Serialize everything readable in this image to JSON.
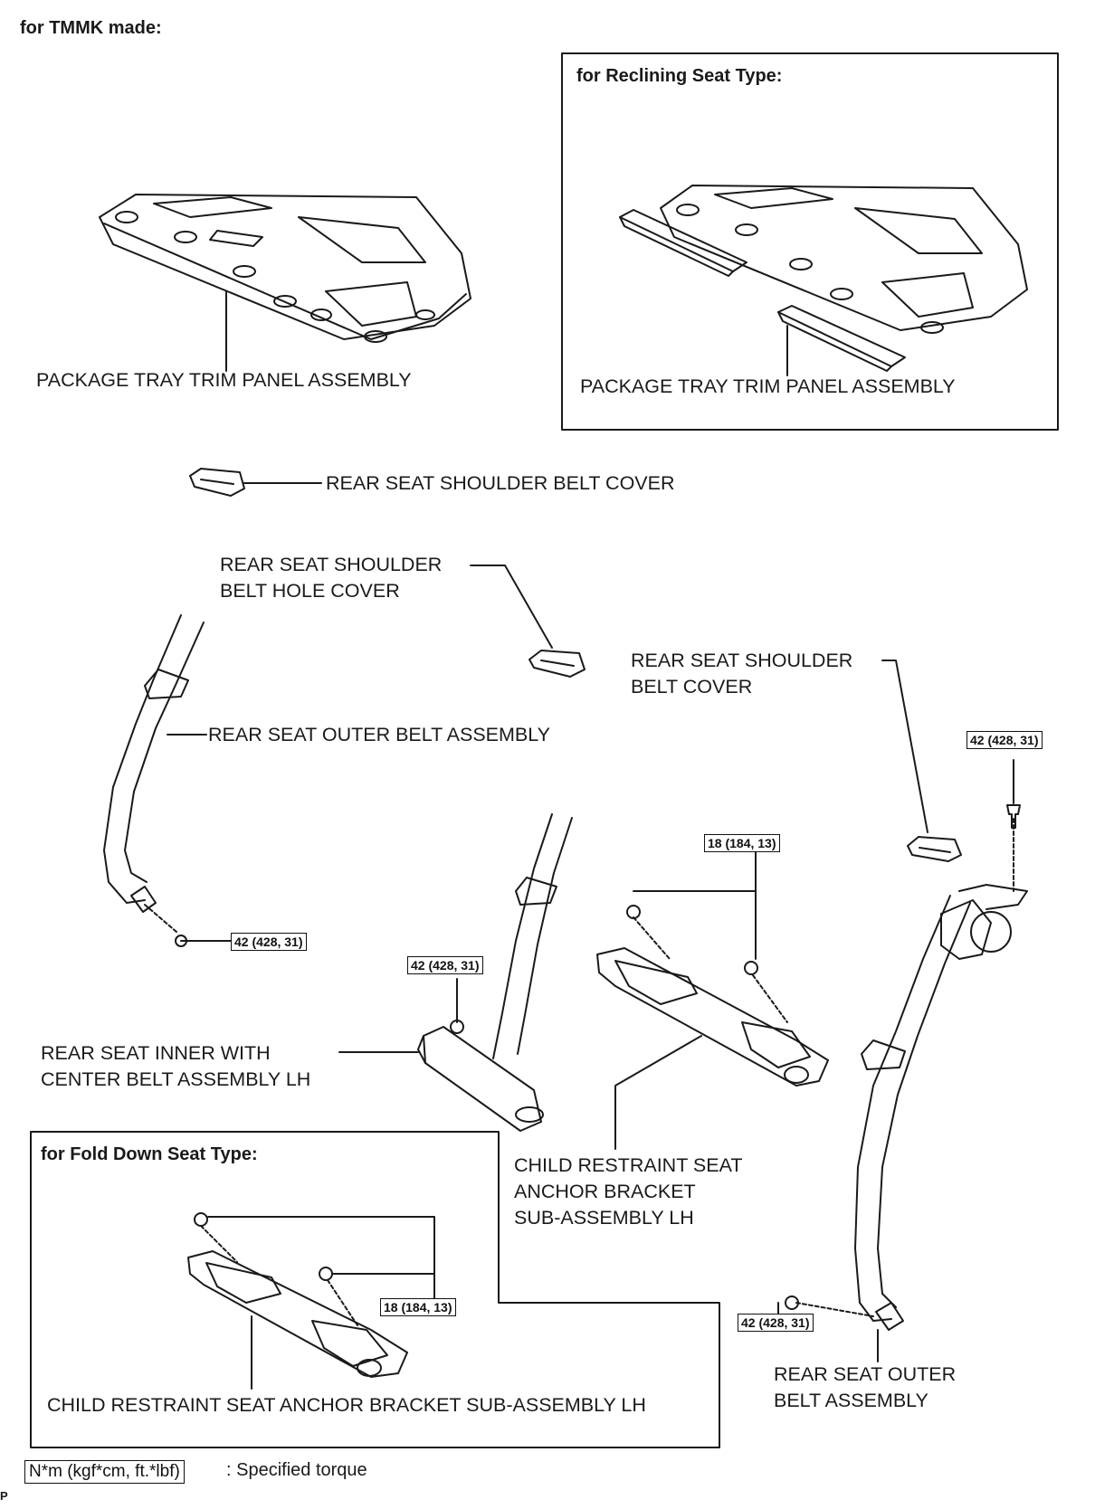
{
  "header": {
    "title": "for TMMK made:"
  },
  "insets": {
    "reclining": {
      "title": "for Reclining Seat Type:",
      "part_label": "PACKAGE TRAY TRIM PANEL ASSEMBLY"
    },
    "fold_down": {
      "title": "for Fold Down Seat Type:",
      "part_label": "CHILD RESTRAINT SEAT ANCHOR BRACKET SUB-ASSEMBLY LH",
      "torque": "18 (184, 13)"
    }
  },
  "parts": {
    "package_tray": "PACKAGE TRAY TRIM PANEL ASSEMBLY",
    "shoulder_belt_cover_top": "REAR SEAT SHOULDER BELT COVER",
    "shoulder_belt_hole_cover": "REAR SEAT SHOULDER\nBELT HOLE COVER",
    "shoulder_belt_cover_right": "REAR SEAT SHOULDER\nBELT COVER",
    "outer_belt_left": "REAR SEAT OUTER BELT ASSEMBLY",
    "inner_center_belt": "REAR SEAT INNER WITH\nCENTER BELT ASSEMBLY LH",
    "child_anchor_bracket": "CHILD RESTRAINT SEAT\nANCHOR BRACKET\nSUB-ASSEMBLY LH",
    "outer_belt_right": "REAR SEAT OUTER\nBELT ASSEMBLY"
  },
  "torques": {
    "outer_left_bolt": "42 (428, 31)",
    "inner_bolt": "42 (428, 31)",
    "bracket_nuts": "18 (184, 13)",
    "right_upper_bolt": "42 (428, 31)",
    "right_lower_bolt": "42 (428, 31)"
  },
  "legend": {
    "unit_box": "N*m (kgf*cm, ft.*lbf)",
    "description": ": Specified torque"
  },
  "footer": {
    "mark": "P"
  }
}
